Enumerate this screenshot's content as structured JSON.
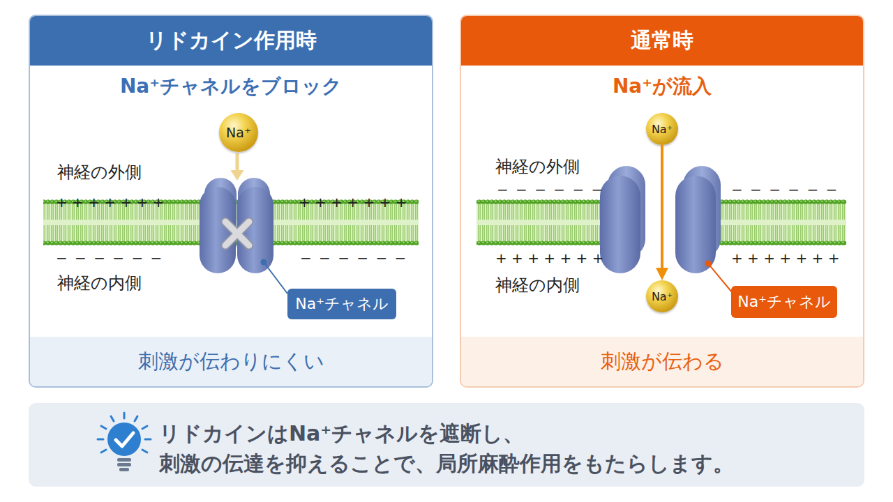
{
  "diagram": {
    "nodes": [
      {
        "text": [
          "リドカイン作用時",
          "Na⁺チャネルをブロック"
        ]
      },
      {
        "text": [
          "Na⁺"
        ],
        "in": 0
      },
      {
        "text": [
          "Na⁺チャネル"
        ],
        "in": 0
      },
      {
        "text": [
          "刺激が伝わりにくい"
        ],
        "in": 0
      },
      {
        "text": [
          "通常時",
          "Na⁺が流入"
        ]
      },
      {
        "text": [
          "Na⁺"
        ],
        "in": 4
      },
      {
        "text": [
          "Na⁺"
        ],
        "in": 4
      },
      {
        "text": [
          "Na⁺チャネル"
        ],
        "in": 4
      },
      {
        "text": [
          "刺激が伝わる"
        ],
        "in": 4
      },
      {
        "text": [
          "リドカインはNa⁺チャネルを遮断し、 刺激の伝達を抑えることで、局所麻酔作用をもたらします。"
        ]
      }
    ],
    "edges": [
      {
        "from": 5,
        "to": 6,
        "arrow": "to"
      }
    ],
    "labels": [
      "神経の外側",
      "+ + + + + + +",
      "+ + + + + + +",
      "− − − − − −",
      "− − − − − −",
      "神経の内側",
      "神経の外側",
      "− − − − − −",
      "− − − − − −",
      "+ + + + + + +",
      "+ + + + + + +",
      "神経の内側"
    ]
  }
}
